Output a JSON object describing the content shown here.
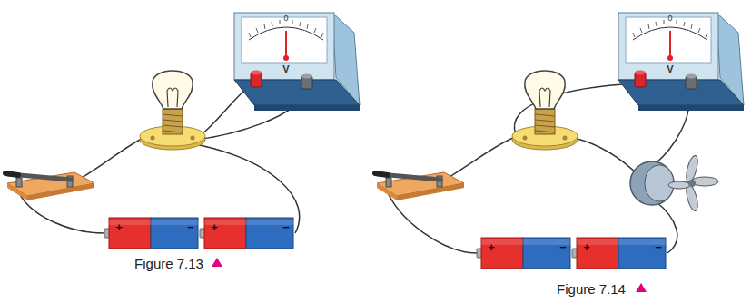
{
  "diagram": {
    "labels": [
      "Figure 7.13",
      "Figure 7.14",
      "0",
      "V",
      "0",
      "V",
      "+",
      "−",
      "+",
      "−",
      "+",
      "−",
      "+",
      "−"
    ]
  }
}
